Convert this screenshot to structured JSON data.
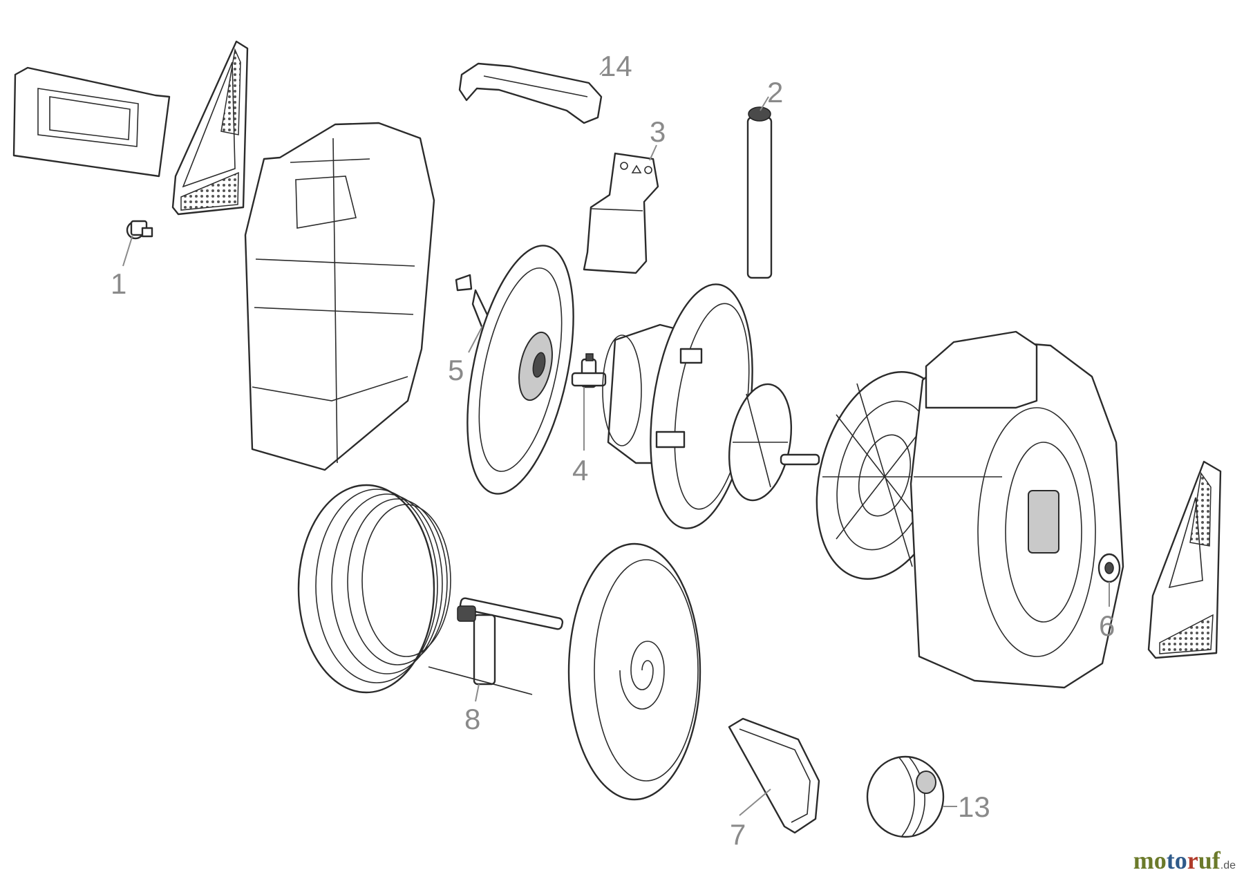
{
  "labels": {
    "l1": "1",
    "l2": "2",
    "l3": "3",
    "l4": "4",
    "l5": "5",
    "l6": "6",
    "l7": "7",
    "l8": "8",
    "l13": "13",
    "l14": "14"
  },
  "brand": {
    "p1": "mo",
    "p2": "to",
    "p3": "r",
    "p4": "uf",
    "tld": ".de"
  }
}
